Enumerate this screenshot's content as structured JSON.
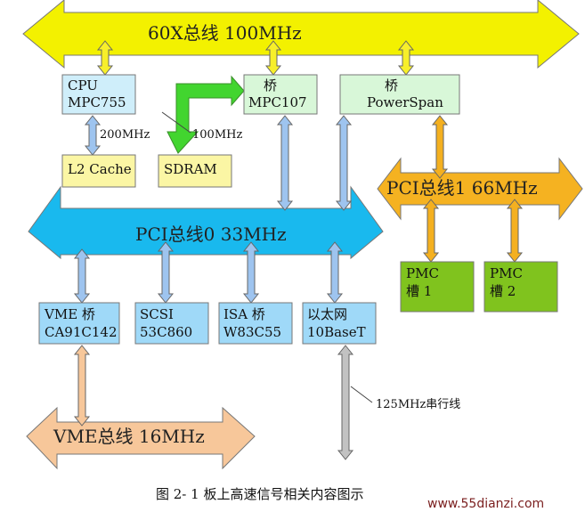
{
  "buses": {
    "bus60x": "60X总线 100MHz",
    "pci0": "PCI总线0 33MHz",
    "pci1": "PCI总线1 66MHz",
    "vme": "VME总线 16MHz"
  },
  "boxes": {
    "cpu": [
      "CPU",
      "MPC755"
    ],
    "bridge107": [
      "桥",
      "MPC107"
    ],
    "powerspan": [
      "桥",
      "PowerSpan"
    ],
    "l2cache": [
      "L2 Cache"
    ],
    "sdram": [
      "SDRAM"
    ],
    "pmc1": [
      "PMC",
      "槽 1"
    ],
    "pmc2": [
      "PMC",
      "槽 2"
    ],
    "vmebridge": [
      "VME 桥",
      "CA91C142"
    ],
    "scsi": [
      "SCSI",
      "53C860"
    ],
    "isa": [
      "ISA 桥",
      "W83C55"
    ],
    "ethernet": [
      "以太网",
      "10BaseT"
    ]
  },
  "labels": {
    "l2_speed": "200MHz",
    "sdram_speed": "100MHz",
    "serial": "125MHz串行线"
  },
  "caption": "图 2- 1  板上高速信号相关内容图示",
  "watermark": "www.55dianzi.com",
  "colors": {
    "bus60x": "#f3f100",
    "pci0": "#19b9ee",
    "pci1": "#f5b221",
    "vme": "#f7c79a",
    "cpu_box": "#cfeefa",
    "bridge_box": "#d8f7d8",
    "yellow_box": "#fbf6a4",
    "pmc_box": "#80c31e",
    "io_box": "#9fd9f8",
    "small_blue_arrow": "#9ec4ef",
    "small_yellow_arrow": "#f7ef2a",
    "small_orange_arrow": "#f4b020",
    "green_arrow": "#42d52f",
    "gray_arrow": "#c2c2c2"
  }
}
